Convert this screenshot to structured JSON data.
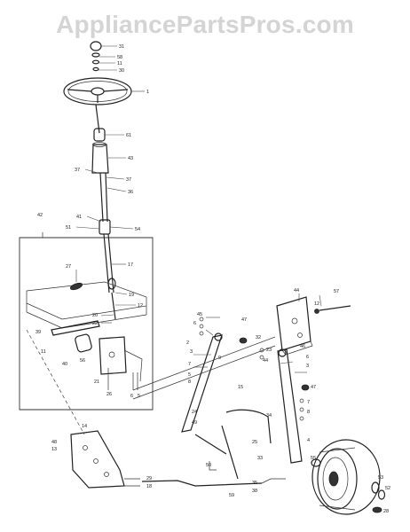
{
  "watermark": {
    "text": "AppliancePartsPros.com"
  },
  "labels": [
    {
      "id": "l1",
      "text": "31"
    },
    {
      "id": "l2",
      "text": "58"
    },
    {
      "id": "l3",
      "text": "11"
    },
    {
      "id": "l4",
      "text": "30"
    },
    {
      "id": "l5",
      "text": "1"
    },
    {
      "id": "l6",
      "text": "61"
    },
    {
      "id": "l7",
      "text": "43"
    },
    {
      "id": "l8",
      "text": "37"
    },
    {
      "id": "l9",
      "text": "37"
    },
    {
      "id": "l10",
      "text": "36"
    },
    {
      "id": "l11",
      "text": "42"
    },
    {
      "id": "l12",
      "text": "41"
    },
    {
      "id": "l13",
      "text": "51"
    },
    {
      "id": "l14",
      "text": "54"
    },
    {
      "id": "l15",
      "text": "17"
    },
    {
      "id": "l16",
      "text": "27"
    },
    {
      "id": "l17",
      "text": "19"
    },
    {
      "id": "l18",
      "text": "12"
    },
    {
      "id": "l19",
      "text": "20"
    },
    {
      "id": "l20",
      "text": "22"
    },
    {
      "id": "l21",
      "text": "39"
    },
    {
      "id": "l22",
      "text": "11"
    },
    {
      "id": "l23",
      "text": "40"
    },
    {
      "id": "l24",
      "text": "56"
    },
    {
      "id": "l25",
      "text": "21"
    },
    {
      "id": "l26",
      "text": "26"
    },
    {
      "id": "l27",
      "text": "6"
    },
    {
      "id": "l28",
      "text": "5"
    },
    {
      "id": "l29",
      "text": "44"
    },
    {
      "id": "l30",
      "text": "57"
    },
    {
      "id": "l31",
      "text": "12"
    },
    {
      "id": "l32",
      "text": "45"
    },
    {
      "id": "l33",
      "text": "47"
    },
    {
      "id": "l34",
      "text": "32"
    },
    {
      "id": "l35",
      "text": "6"
    },
    {
      "id": "l36",
      "text": "3"
    },
    {
      "id": "l37",
      "text": "7"
    },
    {
      "id": "l38",
      "text": "5"
    },
    {
      "id": "l39",
      "text": "15"
    },
    {
      "id": "l40",
      "text": "8"
    },
    {
      "id": "l41",
      "text": "24"
    },
    {
      "id": "l42",
      "text": "49"
    },
    {
      "id": "l43",
      "text": "46"
    },
    {
      "id": "l44",
      "text": "6"
    },
    {
      "id": "l45",
      "text": "3"
    },
    {
      "id": "l46",
      "text": "47"
    },
    {
      "id": "l47",
      "text": "7"
    },
    {
      "id": "l48",
      "text": "8"
    },
    {
      "id": "l49",
      "text": "34"
    },
    {
      "id": "l50",
      "text": "4"
    },
    {
      "id": "l51",
      "text": "25"
    },
    {
      "id": "l52",
      "text": "33"
    },
    {
      "id": "l53",
      "text": "35"
    },
    {
      "id": "l54",
      "text": "38"
    },
    {
      "id": "l55",
      "text": "50"
    },
    {
      "id": "l56",
      "text": "55"
    },
    {
      "id": "l57",
      "text": "53"
    },
    {
      "id": "l58",
      "text": "52"
    },
    {
      "id": "l59",
      "text": "28"
    },
    {
      "id": "l60",
      "text": "29"
    },
    {
      "id": "l61",
      "text": "18"
    },
    {
      "id": "l62",
      "text": "59"
    },
    {
      "id": "l63",
      "text": "48"
    },
    {
      "id": "l64",
      "text": "13"
    },
    {
      "id": "l65",
      "text": "14"
    },
    {
      "id": "l66",
      "text": "23"
    },
    {
      "id": "l67",
      "text": "9"
    },
    {
      "id": "l68",
      "text": "2"
    },
    {
      "id": "l69",
      "text": "44"
    }
  ]
}
